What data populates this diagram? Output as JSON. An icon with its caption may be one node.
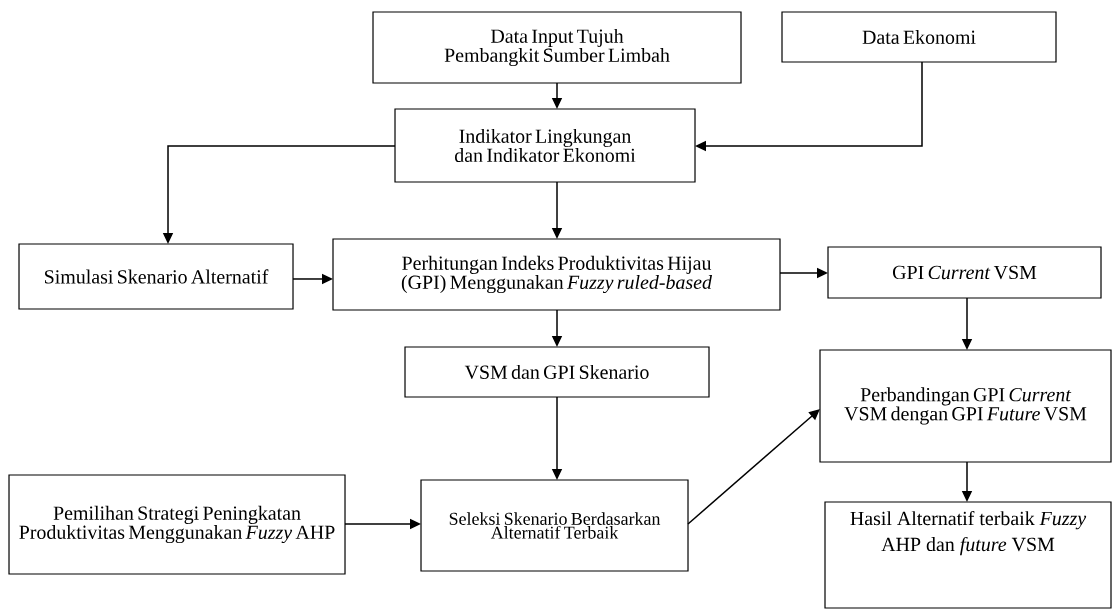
{
  "diagram": {
    "nodes": [
      {
        "text": [
          "Data Input Tujuh Pembangkit Sumber Limbah"
        ]
      },
      {
        "text": [
          "Data Ekonomi"
        ]
      },
      {
        "text": [
          "Indikator Lingkungan dan Indikator Ekonomi"
        ]
      },
      {
        "text": [
          "Simulasi Skenario Alternatif"
        ]
      },
      {
        "text": [
          "Perhitungan Indeks Produktivitas Hijau (GPI) Menggunakan *Fuzzy ruled-based*"
        ]
      },
      {
        "text": [
          "GPI *Current* VSM"
        ]
      },
      {
        "text": [
          "VSM dan GPI Skenario"
        ]
      },
      {
        "text": [
          "Perbandingan GPI *Current* VSM dengan GPI *Future* VSM"
        ]
      },
      {
        "text": [
          "Pemilihan Strategi Peningkatan Produktivitas Menggunakan *Fuzzy* AHP"
        ]
      },
      {
        "text": [
          "Seleksi Skenario Berdasarkan Alternatif Terbaik"
        ]
      },
      {
        "text": [
          "Hasil Alternatif terbaik *Fuzzy* AHP dan *future* VSM"
        ]
      }
    ],
    "edges": [
      {
        "from": 0,
        "to": 2,
        "arrow": "to"
      },
      {
        "from": 1,
        "to": 2,
        "arrow": "to"
      },
      {
        "from": 2,
        "to": 3,
        "arrow": "to"
      },
      {
        "from": 2,
        "to": 4,
        "arrow": "to"
      },
      {
        "from": 3,
        "to": 4,
        "arrow": "to"
      },
      {
        "from": 4,
        "to": 5,
        "arrow": "to"
      },
      {
        "from": 4,
        "to": 6,
        "arrow": "to"
      },
      {
        "from": 5,
        "to": 7,
        "arrow": "to"
      },
      {
        "from": 6,
        "to": 9,
        "arrow": "to"
      },
      {
        "from": 8,
        "to": 9,
        "arrow": "to"
      },
      {
        "from": 9,
        "to": 7,
        "arrow": "to"
      },
      {
        "from": 7,
        "to": 10,
        "arrow": "to"
      }
    ]
  }
}
